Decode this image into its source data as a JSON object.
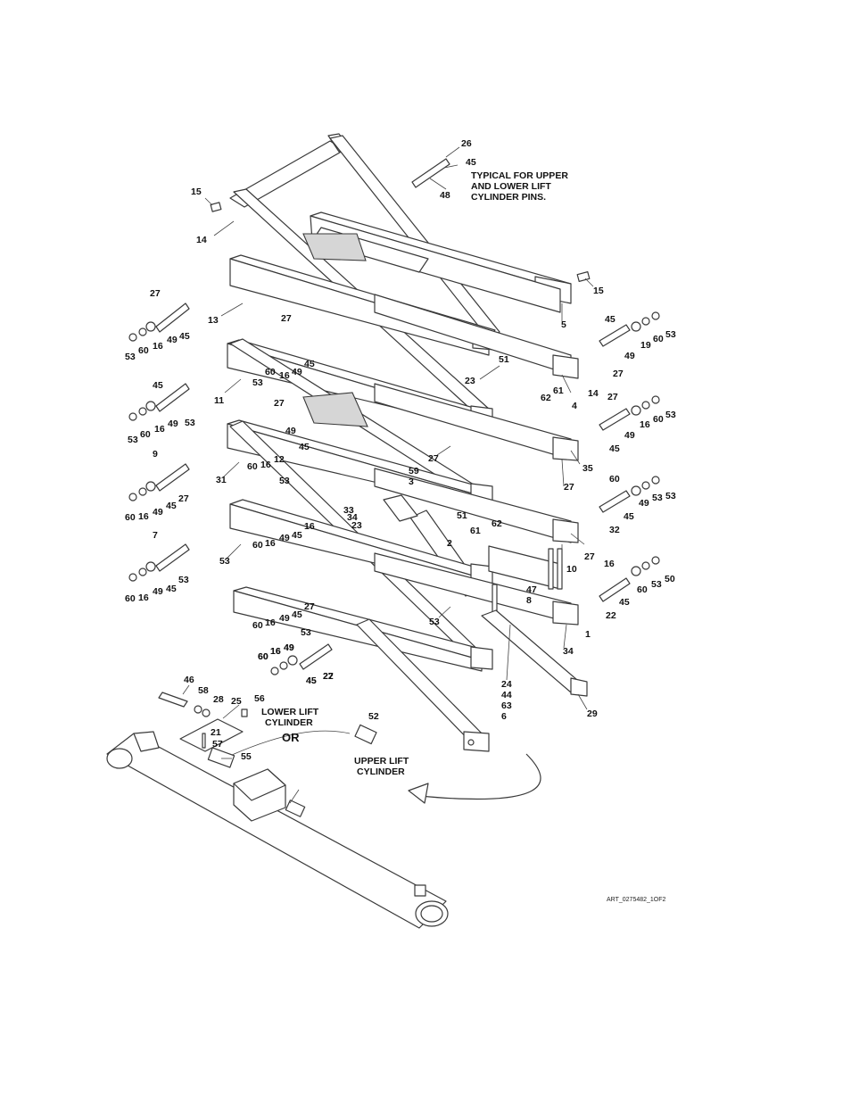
{
  "notes": {
    "typical_line1": "TYPICAL FOR UPPER",
    "typical_line2": "AND LOWER LIFT",
    "typical_line3": "CYLINDER PINS.",
    "lower_line1": "LOWER LIFT",
    "lower_line2": "CYLINDER",
    "upper_line1": "UPPER LIFT",
    "upper_line2": "CYLINDER",
    "or": "OR",
    "art_id": "ART_0275482_1OF2"
  },
  "callouts": [
    {
      "id": "c1",
      "text": "26"
    },
    {
      "id": "c2",
      "text": "45"
    },
    {
      "id": "c3",
      "text": "48"
    },
    {
      "id": "c4",
      "text": "15"
    },
    {
      "id": "c5",
      "text": "14"
    },
    {
      "id": "c6",
      "text": "15"
    },
    {
      "id": "c7",
      "text": "27"
    },
    {
      "id": "c8",
      "text": "13"
    },
    {
      "id": "c9",
      "text": "27"
    },
    {
      "id": "c10",
      "text": "5"
    },
    {
      "id": "c11",
      "text": "45"
    },
    {
      "id": "c12",
      "text": "49"
    },
    {
      "id": "c13",
      "text": "19"
    },
    {
      "id": "c14",
      "text": "60"
    },
    {
      "id": "c15",
      "text": "53"
    },
    {
      "id": "c16",
      "text": "53"
    },
    {
      "id": "c17",
      "text": "60"
    },
    {
      "id": "c18",
      "text": "16"
    },
    {
      "id": "c19",
      "text": "49"
    },
    {
      "id": "c20",
      "text": "45"
    },
    {
      "id": "c21",
      "text": "45"
    },
    {
      "id": "c22",
      "text": "49"
    },
    {
      "id": "c23",
      "text": "16"
    },
    {
      "id": "c24",
      "text": "60"
    },
    {
      "id": "c25",
      "text": "53"
    },
    {
      "id": "c26",
      "text": "11"
    },
    {
      "id": "c27",
      "text": "51"
    },
    {
      "id": "c28",
      "text": "27"
    },
    {
      "id": "c29",
      "text": "23"
    },
    {
      "id": "c30",
      "text": "61"
    },
    {
      "id": "c31",
      "text": "62"
    },
    {
      "id": "c32",
      "text": "14"
    },
    {
      "id": "c33",
      "text": "4"
    },
    {
      "id": "c34",
      "text": "45"
    },
    {
      "id": "c35",
      "text": "27"
    },
    {
      "id": "c36",
      "text": "53"
    },
    {
      "id": "c37",
      "text": "60"
    },
    {
      "id": "c38",
      "text": "16"
    },
    {
      "id": "c39",
      "text": "49"
    },
    {
      "id": "c40",
      "text": "27"
    },
    {
      "id": "c41",
      "text": "49"
    },
    {
      "id": "c42",
      "text": "45"
    },
    {
      "id": "c43",
      "text": "53"
    },
    {
      "id": "c44",
      "text": "60"
    },
    {
      "id": "c45",
      "text": "16"
    },
    {
      "id": "c46",
      "text": "49"
    },
    {
      "id": "c47",
      "text": "45"
    },
    {
      "id": "c48",
      "text": "53"
    },
    {
      "id": "c49",
      "text": "60"
    },
    {
      "id": "c50",
      "text": "16"
    },
    {
      "id": "c51",
      "text": "12"
    },
    {
      "id": "c52",
      "text": "35"
    },
    {
      "id": "c53",
      "text": "27"
    },
    {
      "id": "c54",
      "text": "9"
    },
    {
      "id": "c55",
      "text": "31"
    },
    {
      "id": "c56",
      "text": "59"
    },
    {
      "id": "c57",
      "text": "3"
    },
    {
      "id": "c58",
      "text": "27"
    },
    {
      "id": "c59",
      "text": "53"
    },
    {
      "id": "c60",
      "text": "60"
    },
    {
      "id": "c61",
      "text": "16"
    },
    {
      "id": "c62",
      "text": "49"
    },
    {
      "id": "c63",
      "text": "45"
    },
    {
      "id": "c64",
      "text": "27"
    },
    {
      "id": "c65",
      "text": "60"
    },
    {
      "id": "c66",
      "text": "53"
    },
    {
      "id": "c67",
      "text": "53"
    },
    {
      "id": "c68",
      "text": "60"
    },
    {
      "id": "c69",
      "text": "16"
    },
    {
      "id": "c70",
      "text": "49"
    },
    {
      "id": "c71",
      "text": "45"
    },
    {
      "id": "c72",
      "text": "16"
    },
    {
      "id": "c73",
      "text": "49"
    },
    {
      "id": "c74",
      "text": "45"
    },
    {
      "id": "c75",
      "text": "32"
    },
    {
      "id": "c76",
      "text": "33"
    },
    {
      "id": "c77",
      "text": "34"
    },
    {
      "id": "c78",
      "text": "23"
    },
    {
      "id": "c79",
      "text": "51"
    },
    {
      "id": "c80",
      "text": "62"
    },
    {
      "id": "c81",
      "text": "61"
    },
    {
      "id": "c82",
      "text": "2"
    },
    {
      "id": "c83",
      "text": "10"
    },
    {
      "id": "c84",
      "text": "27"
    },
    {
      "id": "c85",
      "text": "7"
    },
    {
      "id": "c86",
      "text": "53"
    },
    {
      "id": "c87",
      "text": "60"
    },
    {
      "id": "c88",
      "text": "16"
    },
    {
      "id": "c89",
      "text": "49"
    },
    {
      "id": "c90",
      "text": "45"
    },
    {
      "id": "c91",
      "text": "53"
    },
    {
      "id": "c92",
      "text": "60"
    },
    {
      "id": "c93",
      "text": "16"
    },
    {
      "id": "c94",
      "text": "49"
    },
    {
      "id": "c95",
      "text": "45"
    },
    {
      "id": "c96",
      "text": "27"
    },
    {
      "id": "c97",
      "text": "16"
    },
    {
      "id": "c98",
      "text": "60"
    },
    {
      "id": "c99",
      "text": "53"
    },
    {
      "id": "c100",
      "text": "50"
    },
    {
      "id": "c101",
      "text": "45"
    },
    {
      "id": "c102",
      "text": "22"
    },
    {
      "id": "c103",
      "text": "47"
    },
    {
      "id": "c104",
      "text": "8"
    },
    {
      "id": "c105",
      "text": "1"
    },
    {
      "id": "c106",
      "text": "34"
    },
    {
      "id": "c107",
      "text": "53"
    },
    {
      "id": "c108",
      "text": "60"
    },
    {
      "id": "c109",
      "text": "16"
    },
    {
      "id": "c110",
      "text": "49"
    },
    {
      "id": "c111",
      "text": "45"
    },
    {
      "id": "c112",
      "text": "27"
    },
    {
      "id": "c113",
      "text": "53"
    },
    {
      "id": "c114",
      "text": "60"
    },
    {
      "id": "c115",
      "text": "16"
    },
    {
      "id": "c116",
      "text": "49"
    },
    {
      "id": "c117",
      "text": "45"
    },
    {
      "id": "c118",
      "text": "22"
    },
    {
      "id": "c119",
      "text": "24"
    },
    {
      "id": "c120",
      "text": "44"
    },
    {
      "id": "c121",
      "text": "63"
    },
    {
      "id": "c122",
      "text": "6"
    },
    {
      "id": "c123",
      "text": "29"
    },
    {
      "id": "c124",
      "text": "46"
    },
    {
      "id": "c125",
      "text": "58"
    },
    {
      "id": "c126",
      "text": "28"
    },
    {
      "id": "c127",
      "text": "25"
    },
    {
      "id": "c128",
      "text": "56"
    },
    {
      "id": "c129",
      "text": "52"
    },
    {
      "id": "c130",
      "text": "21"
    },
    {
      "id": "c131",
      "text": "57"
    },
    {
      "id": "c132",
      "text": "55"
    }
  ]
}
